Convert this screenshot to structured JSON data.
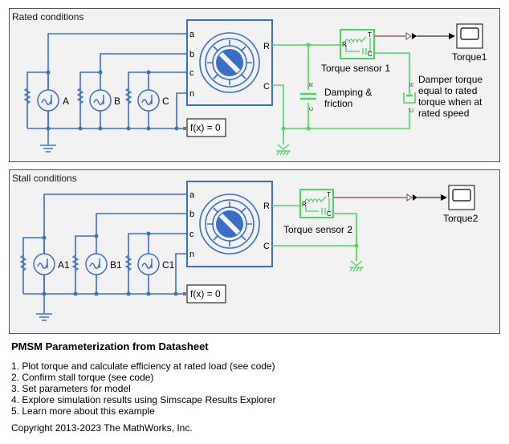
{
  "panels": [
    {
      "title": "Rated conditions",
      "motor_ports_left": [
        "a",
        "b",
        "c",
        "n"
      ],
      "motor_ports_right": [
        "R",
        "C"
      ],
      "sources": [
        "A",
        "B",
        "C"
      ],
      "solver": "f(x) = 0",
      "sensor_label": "Torque sensor 1",
      "sensor_ports": {
        "R": "R",
        "T": "T",
        "C": "C"
      },
      "scope_label": "Torque1",
      "damper1_label_lines": [
        "Damping &",
        "friction"
      ],
      "damper2_label_lines": [
        "Damper torque",
        "equal to rated",
        "torque when at",
        "rated speed"
      ],
      "damper_ports": {
        "R": "R",
        "C": "C"
      }
    },
    {
      "title": "Stall conditions",
      "motor_ports_left": [
        "a",
        "b",
        "c",
        "n"
      ],
      "motor_ports_right": [
        "R",
        "C"
      ],
      "sources": [
        "A1",
        "B1",
        "C1"
      ],
      "solver": "f(x) = 0",
      "sensor_label": "Torque sensor 2",
      "sensor_ports": {
        "R": "R",
        "T": "T",
        "C": "C"
      },
      "scope_label": "Torque2"
    }
  ],
  "colors": {
    "electrical": "#3a6fc9",
    "mechanical": "#49d65e",
    "signal": "#a06060",
    "panel_bg": "#f2f2f2"
  },
  "notes": {
    "title": "PMSM Parameterization from Datasheet",
    "items": [
      "1. Plot torque and calculate efficiency at rated load (see code)",
      "2. Confirm stall torque  (see code)",
      "3. Set parameters for model",
      "4. Explore simulation results using Simscape Results Explorer",
      "5. Learn more about this example"
    ],
    "copyright": "Copyright 2013-2023 The MathWorks, Inc."
  }
}
